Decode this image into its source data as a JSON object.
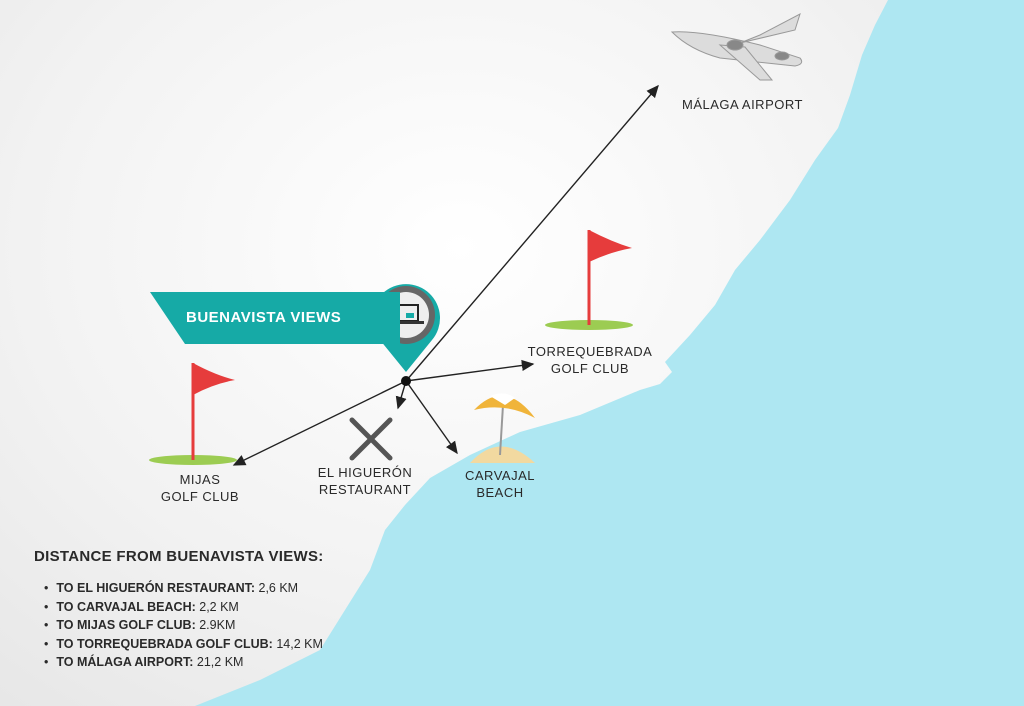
{
  "colors": {
    "sea": "#aee7f2",
    "teal": "#16aaa6",
    "flag": "#e63c3c",
    "green": "#9ccc52"
  },
  "map": {
    "main_pin": {
      "label": "BUENAVISTA VIEWS",
      "icon": "building-icon"
    },
    "places": [
      {
        "id": "airport",
        "label": "MÁLAGA AIRPORT",
        "icon": "airplane-icon"
      },
      {
        "id": "torrequebrada",
        "label_line1": "TORREQUEBRADA",
        "label_line2": "GOLF CLUB",
        "icon": "golf-flag-icon"
      },
      {
        "id": "carvajal",
        "label_line1": "CARVAJAL",
        "label_line2": "BEACH",
        "icon": "beach-umbrella-icon"
      },
      {
        "id": "higueron",
        "label_line1": "EL HIGUERÓN",
        "label_line2": "RESTAURANT",
        "icon": "fork-knife-icon"
      },
      {
        "id": "mijas",
        "label_line1": "MIJAS",
        "label_line2": "GOLF CLUB",
        "icon": "golf-flag-icon"
      }
    ]
  },
  "legend": {
    "title": "DISTANCE FROM BUENAVISTA VIEWS:",
    "items": [
      {
        "name": "TO EL HIGUERÓN RESTAURANT:",
        "value": "2,6 KM"
      },
      {
        "name": "TO CARVAJAL BEACH:",
        "value": "2,2 KM"
      },
      {
        "name": "TO MIJAS GOLF CLUB:",
        "value": "2.9KM"
      },
      {
        "name": "TO TORREQUEBRADA GOLF CLUB:",
        "value": "14,2 KM"
      },
      {
        "name": "TO MÁLAGA AIRPORT:",
        "value": "21,2 KM"
      }
    ]
  }
}
